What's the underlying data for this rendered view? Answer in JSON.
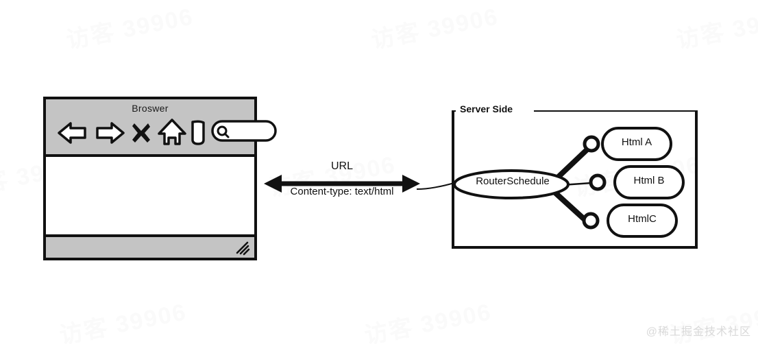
{
  "background": {
    "color": "#ffffff",
    "watermark_text": "访客 39906",
    "watermark_color": "#fafafa",
    "credit_text": "@稀土掘金技术社区",
    "credit_color": "#d9d9d9"
  },
  "browser": {
    "title": "Broswer",
    "toolbar_bg": "#c4c4c4",
    "border_color": "#111111",
    "icons": [
      {
        "name": "back-icon",
        "label": "Back"
      },
      {
        "name": "forward-icon",
        "label": "Forward"
      },
      {
        "name": "stop-icon",
        "label": "Stop"
      },
      {
        "name": "home-icon",
        "label": "Home"
      },
      {
        "name": "page-icon",
        "label": "Page"
      },
      {
        "name": "search-icon",
        "label": "Search"
      }
    ],
    "search_box": {
      "value": "",
      "placeholder": ""
    },
    "content": {
      "text": ""
    },
    "statusbar": {
      "text": "",
      "resize_grip": "resize-grip-icon"
    }
  },
  "connection": {
    "label_top": "URL",
    "label_bottom": "Content-type: text/html",
    "arrow": "double-headed-arrow"
  },
  "server": {
    "legend": "Server Side",
    "router": {
      "label": "RouterSchedule"
    },
    "connectors": [
      {
        "name": "connector-circle-a",
        "target": "Html A",
        "line": "thick"
      },
      {
        "name": "connector-circle-b",
        "target": "Html B",
        "line": "thin"
      },
      {
        "name": "connector-circle-c",
        "target": "HtmlC",
        "line": "thick"
      }
    ],
    "pages": [
      {
        "label": "Html A"
      },
      {
        "label": "Html B"
      },
      {
        "label": "HtmlC"
      }
    ]
  }
}
